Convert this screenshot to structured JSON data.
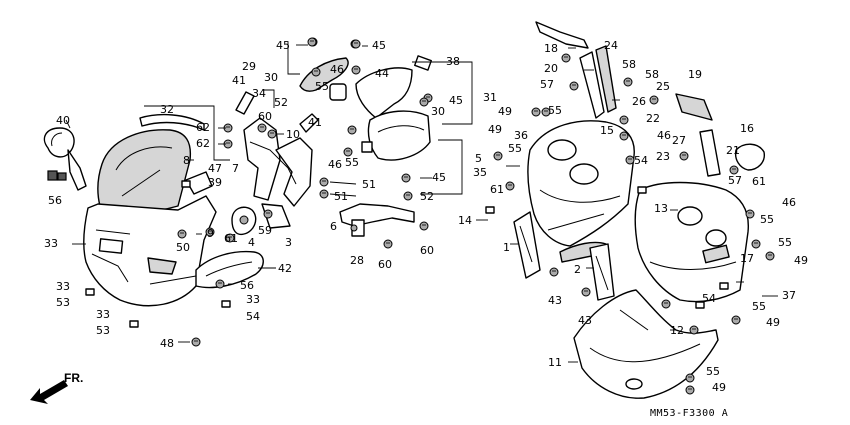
{
  "diagram": {
    "reference_code": "MM53-F3300 A",
    "direction_label": "FR.",
    "callouts": [
      {
        "id": "c45a",
        "label": "45"
      },
      {
        "id": "c45b",
        "label": "45"
      },
      {
        "id": "c29",
        "label": "29"
      },
      {
        "id": "c30a",
        "label": "30"
      },
      {
        "id": "c46a",
        "label": "46"
      },
      {
        "id": "c44",
        "label": "44"
      },
      {
        "id": "c55a",
        "label": "55"
      },
      {
        "id": "c38",
        "label": "38"
      },
      {
        "id": "c41a",
        "label": "41"
      },
      {
        "id": "c34",
        "label": "34"
      },
      {
        "id": "c52a",
        "label": "52"
      },
      {
        "id": "c31",
        "label": "31"
      },
      {
        "id": "c45c",
        "label": "45"
      },
      {
        "id": "c30b",
        "label": "30"
      },
      {
        "id": "c32",
        "label": "32"
      },
      {
        "id": "c62a",
        "label": "62"
      },
      {
        "id": "c60a",
        "label": "60"
      },
      {
        "id": "c10",
        "label": "10"
      },
      {
        "id": "c41b",
        "label": "41"
      },
      {
        "id": "c62b",
        "label": "62"
      },
      {
        "id": "c40",
        "label": "40"
      },
      {
        "id": "c8",
        "label": "8"
      },
      {
        "id": "c47",
        "label": "47"
      },
      {
        "id": "c7",
        "label": "7"
      },
      {
        "id": "c39",
        "label": "39"
      },
      {
        "id": "c46b",
        "label": "46"
      },
      {
        "id": "c55b",
        "label": "55"
      },
      {
        "id": "c51a",
        "label": "51"
      },
      {
        "id": "c5",
        "label": "5"
      },
      {
        "id": "c35",
        "label": "35"
      },
      {
        "id": "c45d",
        "label": "45"
      },
      {
        "id": "c52b",
        "label": "52"
      },
      {
        "id": "c51b",
        "label": "51"
      },
      {
        "id": "c56a",
        "label": "56"
      },
      {
        "id": "c9",
        "label": "9"
      },
      {
        "id": "c50",
        "label": "50"
      },
      {
        "id": "c61a",
        "label": "61"
      },
      {
        "id": "c59",
        "label": "59"
      },
      {
        "id": "c4",
        "label": "4"
      },
      {
        "id": "c3",
        "label": "3"
      },
      {
        "id": "c6",
        "label": "6"
      },
      {
        "id": "c33a",
        "label": "33"
      },
      {
        "id": "c28",
        "label": "28"
      },
      {
        "id": "c60b",
        "label": "60"
      },
      {
        "id": "c60c",
        "label": "60"
      },
      {
        "id": "c42",
        "label": "42"
      },
      {
        "id": "c56b",
        "label": "56"
      },
      {
        "id": "c33b",
        "label": "33"
      },
      {
        "id": "c53a",
        "label": "53"
      },
      {
        "id": "c33c",
        "label": "33"
      },
      {
        "id": "c54a",
        "label": "54"
      },
      {
        "id": "c33d",
        "label": "33"
      },
      {
        "id": "c53b",
        "label": "53"
      },
      {
        "id": "c48",
        "label": "48"
      },
      {
        "id": "c18",
        "label": "18"
      },
      {
        "id": "c24",
        "label": "24"
      },
      {
        "id": "c20",
        "label": "20"
      },
      {
        "id": "c58a",
        "label": "58"
      },
      {
        "id": "c57a",
        "label": "57"
      },
      {
        "id": "c58b",
        "label": "58"
      },
      {
        "id": "c25",
        "label": "25"
      },
      {
        "id": "c19",
        "label": "19"
      },
      {
        "id": "c26",
        "label": "26"
      },
      {
        "id": "c49a",
        "label": "49"
      },
      {
        "id": "c55c",
        "label": "55"
      },
      {
        "id": "c22",
        "label": "22"
      },
      {
        "id": "c49b",
        "label": "49"
      },
      {
        "id": "c36",
        "label": "36"
      },
      {
        "id": "c15",
        "label": "15"
      },
      {
        "id": "c46c",
        "label": "46"
      },
      {
        "id": "c16",
        "label": "16"
      },
      {
        "id": "c55d",
        "label": "55"
      },
      {
        "id": "c27",
        "label": "27"
      },
      {
        "id": "c21",
        "label": "21"
      },
      {
        "id": "c23",
        "label": "23"
      },
      {
        "id": "c54b",
        "label": "54"
      },
      {
        "id": "c61b",
        "label": "61"
      },
      {
        "id": "c57b",
        "label": "57"
      },
      {
        "id": "c61c",
        "label": "61"
      },
      {
        "id": "c14",
        "label": "14"
      },
      {
        "id": "c13",
        "label": "13"
      },
      {
        "id": "c46d",
        "label": "46"
      },
      {
        "id": "c55e",
        "label": "55"
      },
      {
        "id": "c1",
        "label": "1"
      },
      {
        "id": "c55f",
        "label": "55"
      },
      {
        "id": "c49c",
        "label": "49"
      },
      {
        "id": "c2",
        "label": "2"
      },
      {
        "id": "c17",
        "label": "17"
      },
      {
        "id": "c43a",
        "label": "43"
      },
      {
        "id": "c54c",
        "label": "54"
      },
      {
        "id": "c37",
        "label": "37"
      },
      {
        "id": "c55g",
        "label": "55"
      },
      {
        "id": "c43b",
        "label": "43"
      },
      {
        "id": "c12",
        "label": "12"
      },
      {
        "id": "c49d",
        "label": "49"
      },
      {
        "id": "c11",
        "label": "11"
      },
      {
        "id": "c55h",
        "label": "55"
      },
      {
        "id": "c49e",
        "label": "49"
      }
    ]
  }
}
